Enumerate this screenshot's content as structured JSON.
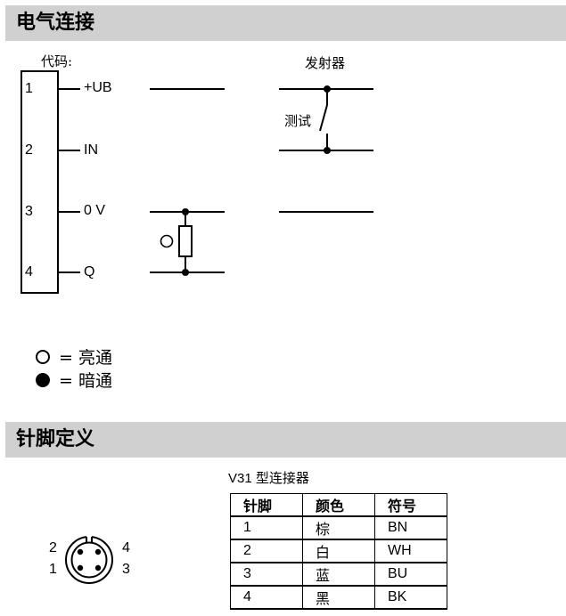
{
  "section1": {
    "title": "电气连接"
  },
  "section2": {
    "title": "针脚定义"
  },
  "wiring": {
    "code_label": "代码:",
    "transmitter_label": "发射器",
    "test_label": "测试",
    "pins": [
      {
        "num": "1",
        "signal": "+UB"
      },
      {
        "num": "2",
        "signal": "IN"
      },
      {
        "num": "3",
        "signal": "0 V"
      },
      {
        "num": "4",
        "signal": "Q"
      }
    ]
  },
  "legend": {
    "light_on": "= 亮通",
    "dark_on": "= 暗通"
  },
  "connector": {
    "pin_labels": [
      "2",
      "4",
      "1",
      "3"
    ],
    "title": "V31 型连接器",
    "headers": [
      "针脚",
      "颜色",
      "符号"
    ],
    "rows": [
      [
        "1",
        "棕",
        "BN"
      ],
      [
        "2",
        "白",
        "WH"
      ],
      [
        "3",
        "蓝",
        "BU"
      ],
      [
        "4",
        "黑",
        "BK"
      ]
    ]
  }
}
